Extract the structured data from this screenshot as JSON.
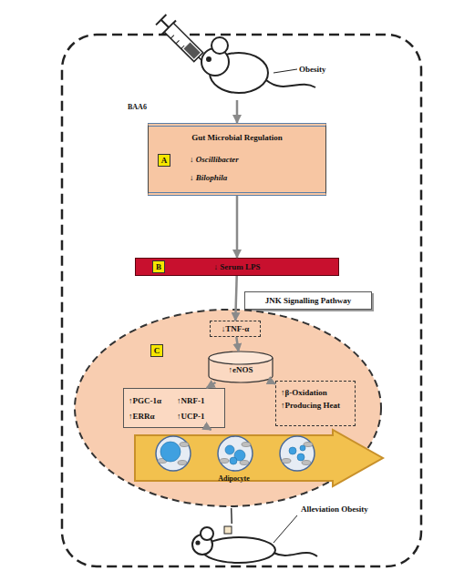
{
  "diagram": {
    "nodes": [
      {
        "text": [
          "Obesity"
        ]
      },
      {
        "text": [
          "Gut Microbial Regulation",
          "↓ Oscillibacter",
          "↓ Bilophila"
        ]
      },
      {
        "text": [
          "A"
        ],
        "in": 1
      },
      {
        "text": [
          "↓ Serum LPS"
        ]
      },
      {
        "text": [
          "B"
        ],
        "in": 3
      },
      {
        "text": [
          "JNK Signalling Pathway"
        ]
      },
      {
        "text": [
          "C"
        ]
      },
      {
        "text": [
          "↓TNF-α"
        ],
        "in": 6
      },
      {
        "text": [
          "↑eNOS"
        ],
        "in": 6
      },
      {
        "text": [
          "↑PGC-1α",
          "↑NRF-1",
          "↑ERRα",
          "↑UCP-1"
        ],
        "in": 6
      },
      {
        "text": [
          "↑β-Oxidation",
          "↑Producing Heat"
        ],
        "in": 6
      },
      {
        "text": [
          "Adipocyte"
        ],
        "in": 6
      },
      {
        "text": [
          "Alleviation Obesity"
        ]
      }
    ],
    "edges": [
      {
        "from": 0,
        "to": 1,
        "arrow": "to"
      },
      {
        "from": 1,
        "to": 3,
        "arrow": "to"
      },
      {
        "from": 3,
        "to": 7,
        "arrow": "to"
      },
      {
        "from": 7,
        "to": 8,
        "arrow": "to"
      },
      {
        "from": 8,
        "to": 9,
        "arrow": "to"
      },
      {
        "from": 8,
        "to": 10,
        "arrow": "to"
      },
      {
        "from": 9,
        "to": 11,
        "arrow": "to"
      },
      {
        "from": 6,
        "to": 12,
        "arrow": "none"
      }
    ],
    "labels": [
      "BAA6"
    ]
  }
}
